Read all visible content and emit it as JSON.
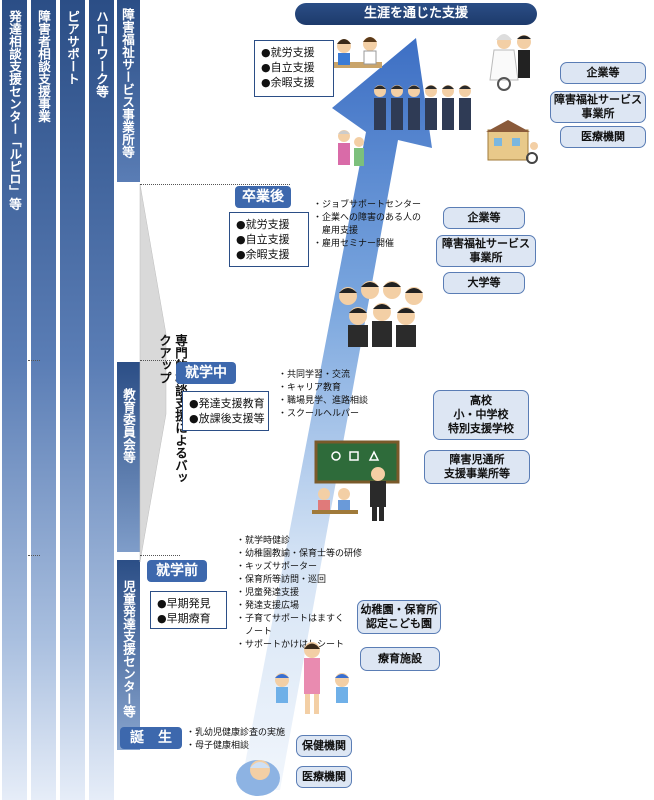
{
  "columns": [
    {
      "label": "発達相談支援センター「ルピロ」等"
    },
    {
      "label": "障害者相談支援事業"
    },
    {
      "label": "ピアサポート"
    },
    {
      "label": "ハローワーク等"
    },
    {
      "label": "障害福祉サービス事業所等"
    }
  ],
  "segments": {
    "education": "教育委員会等",
    "child_center": "児童発達支援センター等"
  },
  "backup_label": "専門的相談支援によるバックアップ",
  "title": "生涯を通じた支援",
  "phases": {
    "adult": {
      "items": [
        "●就労支援",
        "●自立支援",
        "●余暇支援"
      ],
      "orgs": [
        "企業等",
        "障害福祉サービス\n事業所",
        "医療機関"
      ]
    },
    "after_graduation": {
      "label": "卒業後",
      "items": [
        "●就労支援",
        "●自立支援",
        "●余暇支援"
      ],
      "notes": [
        "・ジョブサポートセンター",
        "・企業への障害のある人の",
        "　雇用支援",
        "・雇用セミナー開催"
      ],
      "orgs": [
        "企業等",
        "障害福祉サービス\n事業所",
        "大学等"
      ]
    },
    "in_school": {
      "label": "就学中",
      "items": [
        "●発達支援教育",
        "●放課後支援等"
      ],
      "notes": [
        "・共同学習・交流",
        "・キャリア教育",
        "・職場見学、進路相談",
        "・スクールヘルパー"
      ],
      "orgs": [
        "高校\n小・中学校\n特別支援学校",
        "障害児通所\n支援事業所等"
      ]
    },
    "preschool": {
      "label": "就学前",
      "items": [
        "●早期発見",
        "●早期療育"
      ],
      "notes": [
        "・就学時健診",
        "・幼稚園教諭・保育士等の研修",
        "・キッズサポーター",
        "・保育所等訪問・巡回",
        "・児童発達支援",
        "・発達支援広場",
        "・子育てサポートはますく",
        "　ノート",
        "・サポートかけはしシート"
      ],
      "orgs": [
        "幼稚園・保育所\n認定こども園",
        "療育施設"
      ]
    },
    "birth": {
      "label": "誕　生",
      "notes": [
        "・乳幼児健康診査の実施",
        "・母子健康相談"
      ],
      "orgs": [
        "保健機関",
        "医療機関"
      ]
    }
  },
  "colors": {
    "navy": "#2b4e86",
    "phase_blue": "#3d68ad",
    "org_fill": "#dde6f3",
    "arrow_light": "#dce8f6"
  },
  "icons": [
    "workers-group-icon",
    "wedding-couple-icon",
    "house-care-icon",
    "graduates-icon",
    "classroom-icon",
    "mother-children-icon",
    "baby-icon"
  ]
}
